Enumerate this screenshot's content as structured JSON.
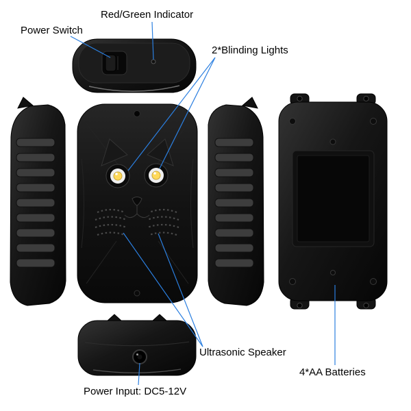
{
  "labels": {
    "indicator": "Red/Green Indicator",
    "power_switch": "Power Switch",
    "blinding_lights": "2*Blinding Lights",
    "ultrasonic_speaker": "Ultrasonic Speaker",
    "power_input": "Power Input: DC5-12V",
    "batteries": "4*AA Batteries"
  },
  "views": [
    "top-view",
    "left-side-view",
    "front-view",
    "right-side-view",
    "back-view",
    "bottom-view"
  ],
  "colors": {
    "callout_line": "#2b7fe0",
    "device_body": "#141414",
    "light_glow": "#ffd95a",
    "light_ring": "#efefef",
    "background": "#ffffff",
    "label_text": "#000000"
  }
}
